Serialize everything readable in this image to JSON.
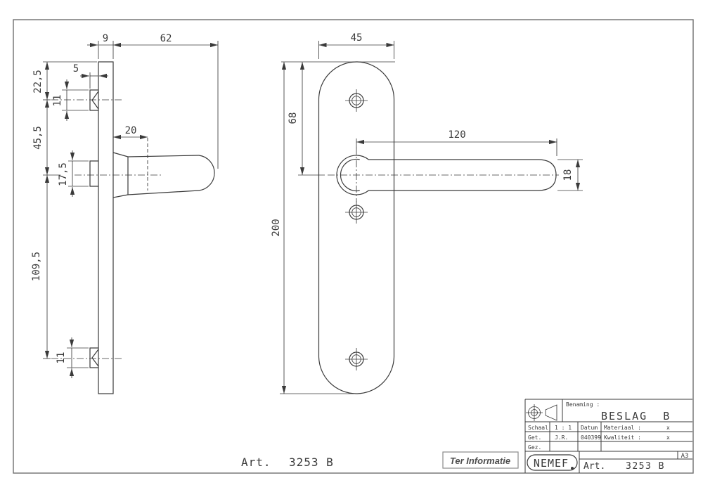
{
  "drawing": {
    "side_view": {
      "dim_plate_thickness": "9",
      "dim_handle_length": "62",
      "dim_top_to_lug": "22,5",
      "dim_lug_depth": "5",
      "dim_top_lug_height": "11",
      "dim_lug_to_center": "45,5",
      "dim_neck_length": "20",
      "dim_hub_height": "17,5",
      "dim_center_to_bottom_lug": "109,5",
      "dim_bottom_lug_height": "11"
    },
    "front_view": {
      "dim_plate_width": "45",
      "dim_top_to_handle_center": "68",
      "dim_plate_height": "200",
      "dim_lever_length": "120",
      "dim_lever_height": "18"
    },
    "footer_note": {
      "art_label": "Art.",
      "art_number": "3253 B"
    },
    "stamp": {
      "label": "Ter Informatie"
    }
  },
  "title_block": {
    "benaming_label": "Benaming :",
    "name_value": "BESLAG  B",
    "schaal_label": "Schaal",
    "schaal_value": "1 : 1",
    "datum_label": "Datum",
    "datum_value": "040399",
    "materiaal_label": "Materiaal :",
    "materiaal_value": "x",
    "get_label": "Get.",
    "get_value": "J.R.",
    "kwaliteit_label": "Kwaliteit :",
    "kwaliteit_value": "x",
    "gez_label": "Gez.",
    "paper_format": "A3",
    "brand": "NEMEF",
    "art_label": "Art.",
    "art_number": "3253 B"
  },
  "colors": {
    "line": "#3a3a3a",
    "background": "#ffffff"
  }
}
